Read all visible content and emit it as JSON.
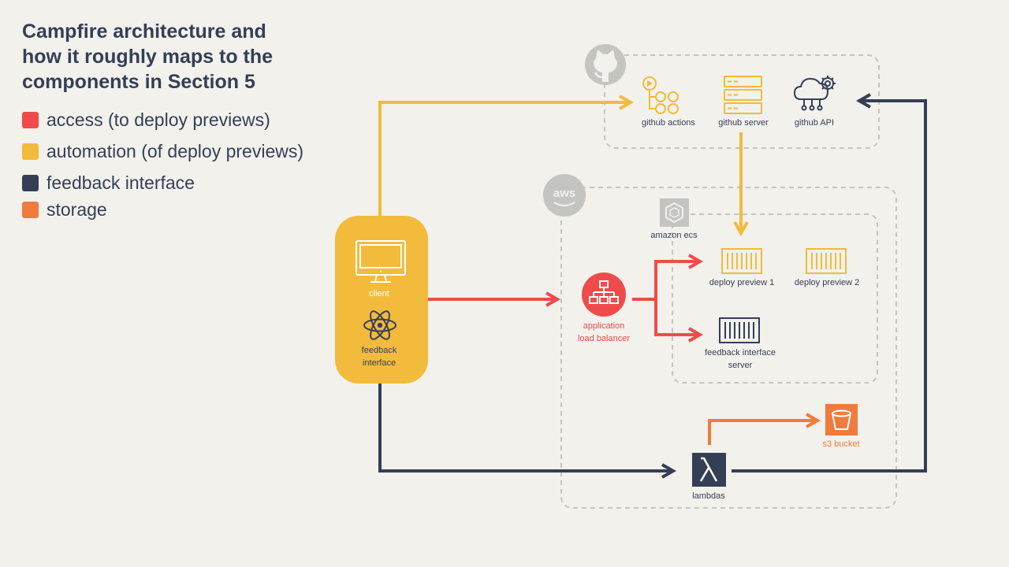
{
  "title": {
    "line1": "Campfire architecture and",
    "line2": "how it roughly maps to the",
    "line3": "components in Section 5"
  },
  "legend": [
    {
      "label": "access (to deploy previews)",
      "color": "#ef4b4b"
    },
    {
      "label": "automation (of deploy previews)",
      "color": "#f2bb3c"
    },
    {
      "label": "feedback interface",
      "color": "#343f56"
    },
    {
      "label": "storage",
      "color": "#f07b3c"
    }
  ],
  "github": {
    "actions_label": "github actions",
    "server_label": "github server",
    "api_label": "github API"
  },
  "aws": {
    "badge": "aws",
    "ecs_label": "amazon ecs",
    "deploy_preview_1": "deploy preview 1",
    "deploy_preview_2": "deploy preview 2",
    "feedback_server_line1": "feedback interface",
    "feedback_server_line2": "server",
    "alb_line1": "application",
    "alb_line2": "load balancer",
    "s3_label": "s3 bucket",
    "lambdas_label": "lambdas"
  },
  "client": {
    "client_label": "client",
    "feedback_line1": "feedback",
    "feedback_line2": "interface"
  },
  "colors": {
    "access": "#ef4b4b",
    "automation": "#f2bb3c",
    "feedback": "#343f56",
    "storage": "#f07b3c",
    "background": "#f2f1ec"
  },
  "icons": [
    "github-logo-icon",
    "aws-logo-icon",
    "github-actions-icon",
    "server-rack-icon",
    "cloud-gear-icon",
    "ecs-icon",
    "container-icon",
    "load-balancer-icon",
    "s3-bucket-icon",
    "lambda-icon",
    "monitor-icon",
    "react-atom-icon"
  ]
}
